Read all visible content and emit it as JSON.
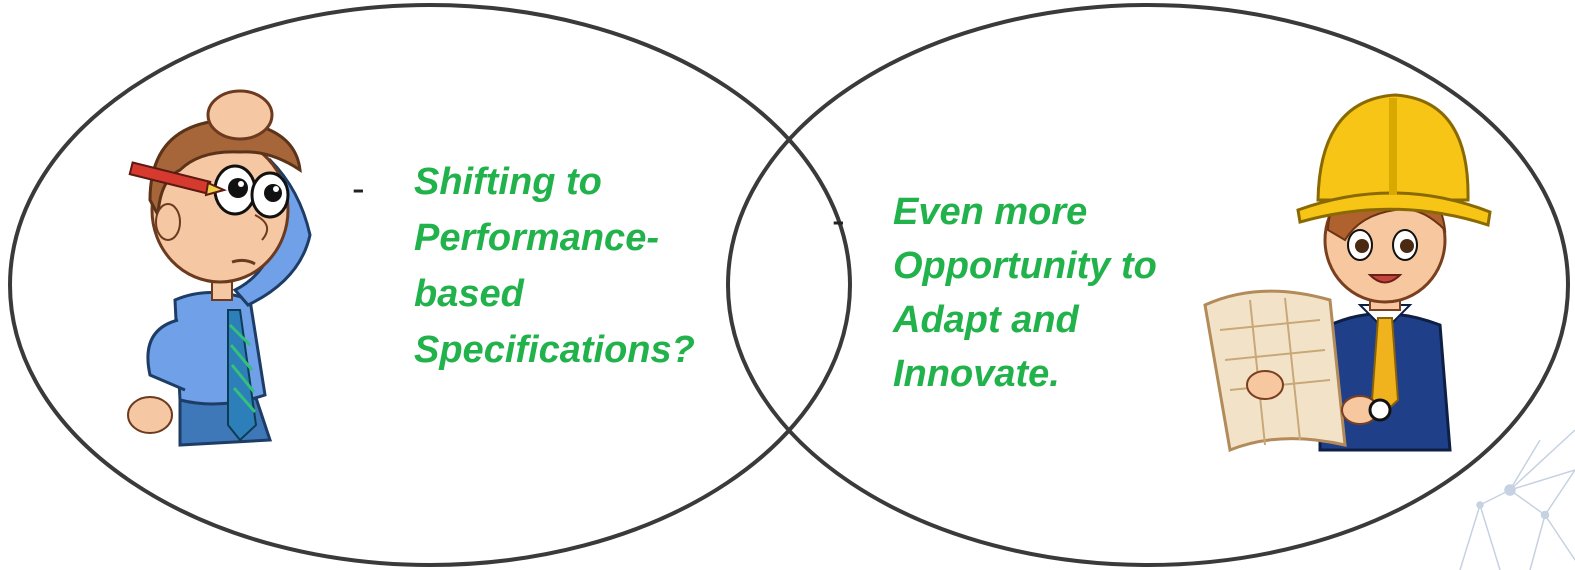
{
  "left": {
    "bullet": "-",
    "lines": [
      "Shifting to",
      "Performance-",
      "based",
      "Specifications?"
    ]
  },
  "right": {
    "bullet": "-",
    "lines": [
      "Even more",
      "Opportunity to",
      "Adapt and",
      "Innovate."
    ]
  },
  "colors": {
    "text_green": "#22b24c",
    "outline": "#3a3a3a"
  },
  "illustrations": {
    "left": "thinking-man-illustration",
    "right": "engineer-with-blueprint-illustration",
    "corner": "network-mesh-decoration"
  }
}
